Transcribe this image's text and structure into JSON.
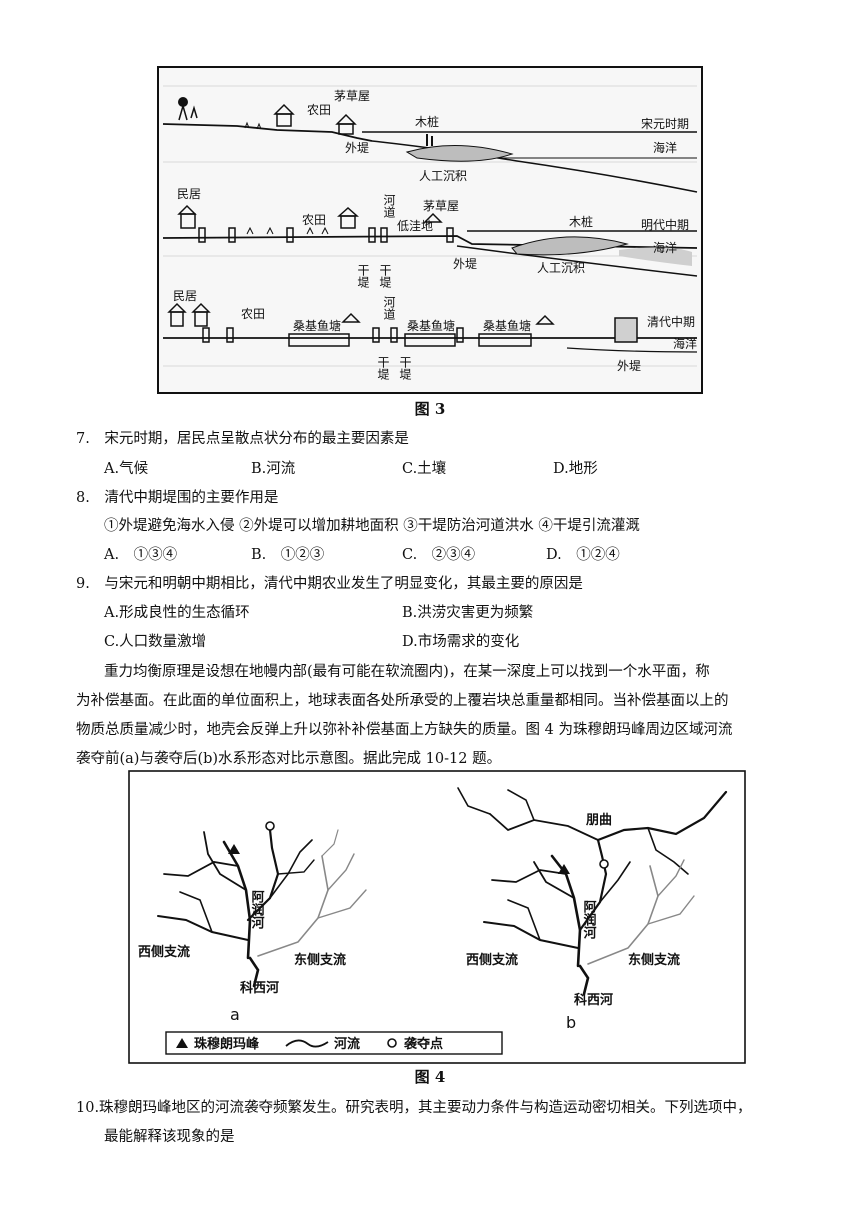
{
  "figure3": {
    "caption": "图 3",
    "song": {
      "period": "宋元时期",
      "sea": "海洋",
      "farmland": "农田",
      "hut": "茅草屋",
      "stake": "木桩",
      "outer_dike": "外堤",
      "sediment": "人工沉积"
    },
    "ming": {
      "period": "明代中期",
      "sea": "海洋",
      "residence": "民居",
      "farmland": "农田",
      "river_channel": "河道",
      "trunk_dike_1": "干堤",
      "trunk_dike_2": "干堤",
      "lowland": "低洼地",
      "hut": "茅草屋",
      "stake": "木桩",
      "outer_dike": "外堤",
      "sediment": "人工沉积"
    },
    "qing": {
      "period": "清代中期",
      "sea": "海洋",
      "residence": "民居",
      "farmland": "农田",
      "fishpond_1": "桑基鱼塘",
      "fishpond_2": "桑基鱼塘",
      "fishpond_3": "桑基鱼塘",
      "river_channel": "河道",
      "trunk_dike_1": "干堤",
      "trunk_dike_2": "干堤",
      "outer_dike": "外堤"
    }
  },
  "questions": {
    "q7": {
      "stem": "7.　宋元时期，居民点呈散点状分布的最主要因素是",
      "options": [
        "A.气候",
        "B.河流",
        "C.土壤",
        "D.地形"
      ]
    },
    "q8": {
      "stem": "8.　清代中期堤围的主要作用是",
      "statements": "①外堤避免海水入侵 ②外堤可以增加耕地面积 ③干堤防治河道洪水 ④干堤引流灌溉",
      "options": [
        "A.　①③④",
        "B.　①②③",
        "C.　②③④",
        "D.　①②④"
      ]
    },
    "q9": {
      "stem": "9.　与宋元和明朝中期相比，清代中期农业发生了明显变化，其最主要的原因是",
      "options": [
        "A.形成良性的生态循环",
        "B.洪涝灾害更为频繁",
        "C.人口数量激增",
        "D.市场需求的变化"
      ]
    },
    "q10": {
      "stem": "10.珠穆朗玛峰地区的河流袭夺频繁发生。研究表明，其主要动力条件与构造运动密切相关。下列选项中，",
      "stem_cont": "最能解释该现象的是"
    }
  },
  "passage": {
    "line1": "重力均衡原理是设想在地幔内部(最有可能在软流圈内)，在某一深度上可以找到一个水平面，称",
    "line2": "为补偿基面。在此面的单位面积上，地球表面各处所承受的上覆岩块总重量都相同。当补偿基面以上的",
    "line3": "物质总质量减少时，地壳会反弹上升以弥补补偿基面上方缺失的质量。图 4 为珠穆朗玛峰周边区域河流",
    "line4": "袭夺前(a)与袭夺后(b)水系形态对比示意图。据此完成 10-12 题。"
  },
  "figure4": {
    "caption": "图 4",
    "a": {
      "panel": "a",
      "west": "西侧支流",
      "east": "东侧支流",
      "arun": "阿润河",
      "kosi": "科西河"
    },
    "b": {
      "panel": "b",
      "west": "西侧支流",
      "east": "东侧支流",
      "arun": "阿润河",
      "kosi": "科西河",
      "pengqu": "朋曲"
    },
    "legend": {
      "peak": "珠穆朗玛峰",
      "river": "河流",
      "capture": "袭夺点"
    }
  }
}
